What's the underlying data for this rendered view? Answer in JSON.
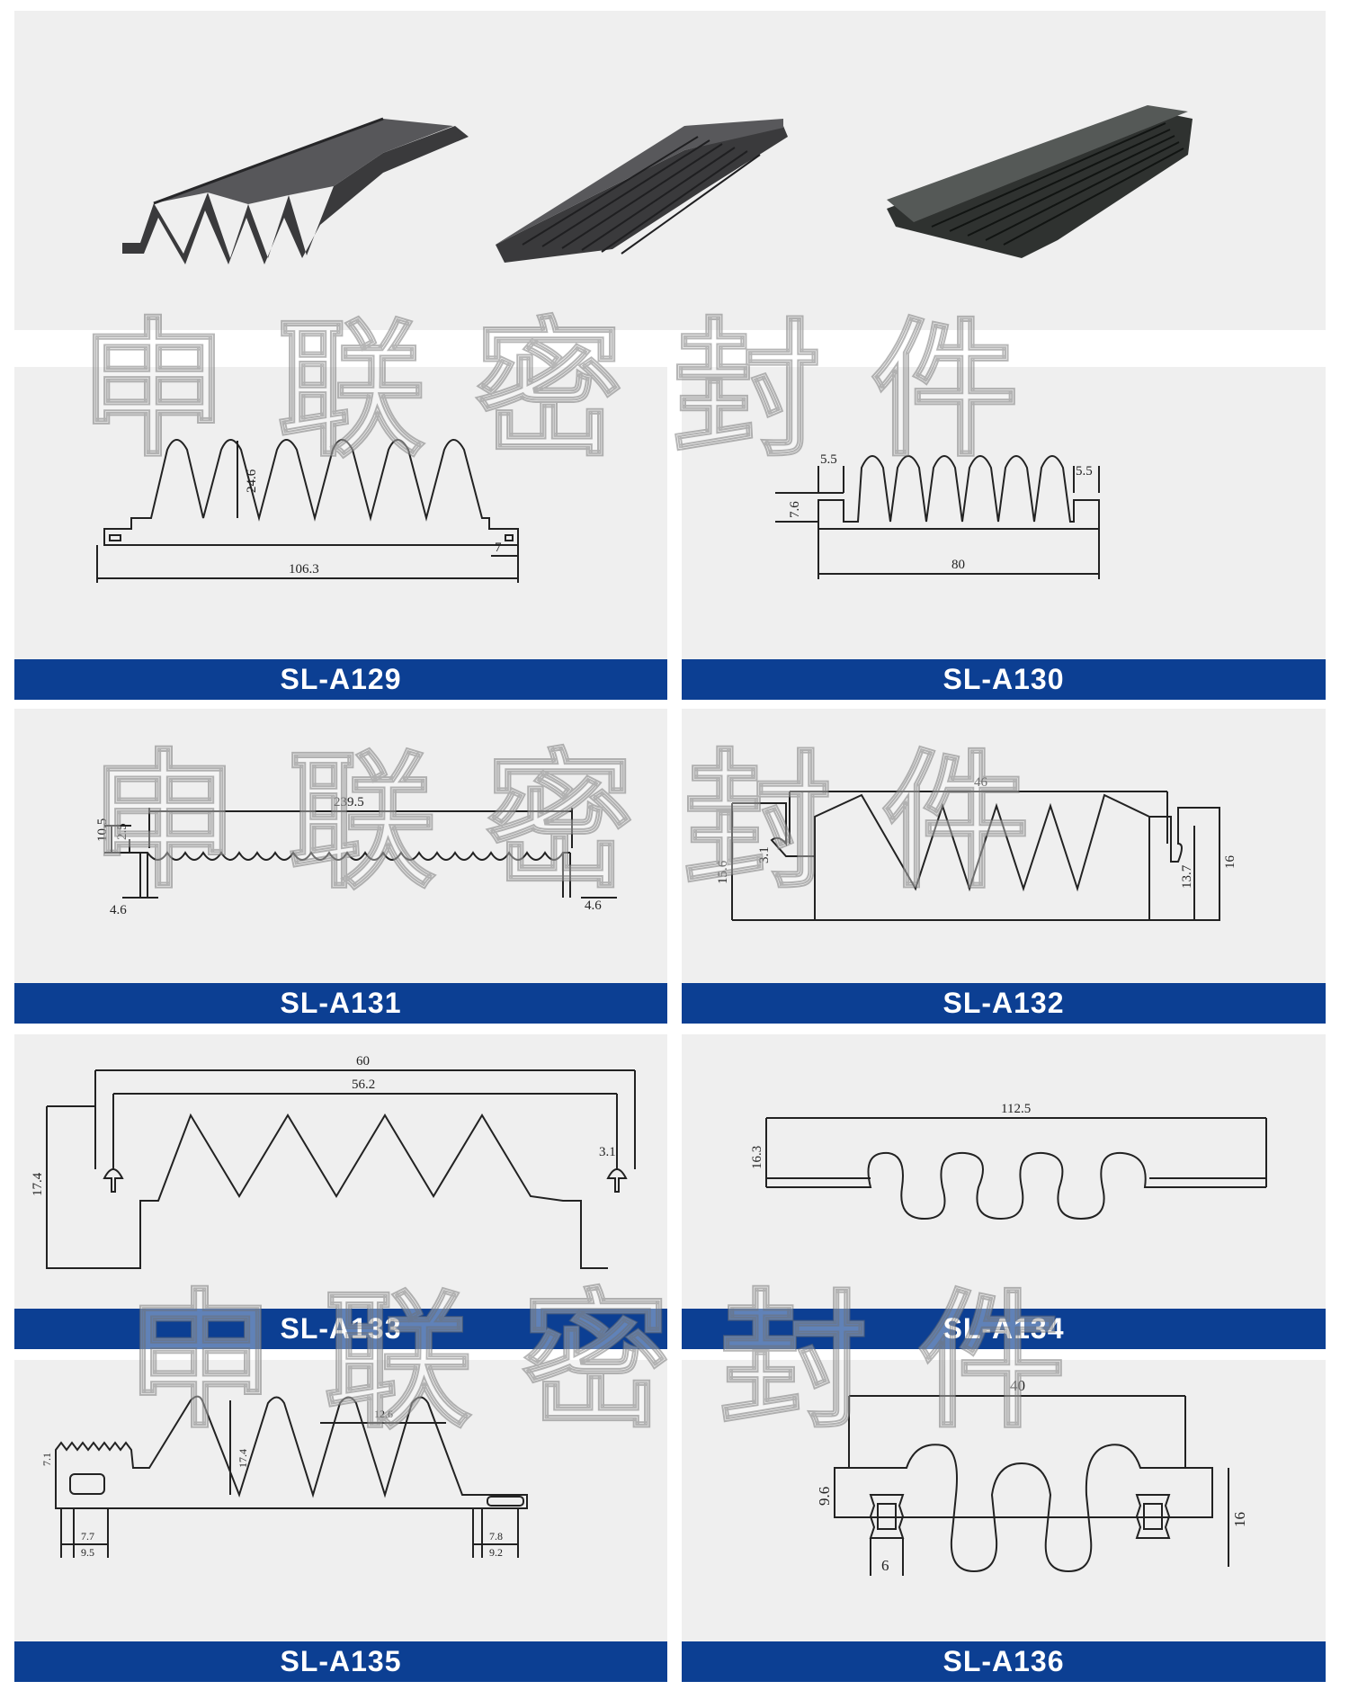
{
  "products": [
    {
      "code": "SL-A129",
      "dims": [
        "24.6",
        "7",
        "106.3"
      ]
    },
    {
      "code": "SL-A130",
      "dims": [
        "5.5",
        "5.5",
        "7.6",
        "80"
      ]
    },
    {
      "code": "SL-A131",
      "dims": [
        "239.5",
        "10.5",
        "2.5",
        "4.6",
        "4.6"
      ]
    },
    {
      "code": "SL-A132",
      "dims": [
        "46",
        "3.1",
        "15.6",
        "13.7",
        "16"
      ]
    },
    {
      "code": "SL-A133",
      "dims": [
        "60",
        "56.2",
        "3.1",
        "17.4"
      ]
    },
    {
      "code": "SL-A134",
      "dims": [
        "112.5",
        "16.3"
      ]
    },
    {
      "code": "SL-A135",
      "dims": [
        "12.6",
        "17.4",
        "7.1",
        "7.7",
        "9.5",
        "7.8",
        "9.2"
      ]
    },
    {
      "code": "SL-A136",
      "dims": [
        "40",
        "9.6",
        "16",
        "6"
      ]
    }
  ],
  "watermark": {
    "text": "申联密封件"
  },
  "colors": {
    "caption_bg": "#0c3f93",
    "panel_bg": "#efefef",
    "profile_stroke": "#222222",
    "photo_rubber": "#3a3a3c"
  }
}
